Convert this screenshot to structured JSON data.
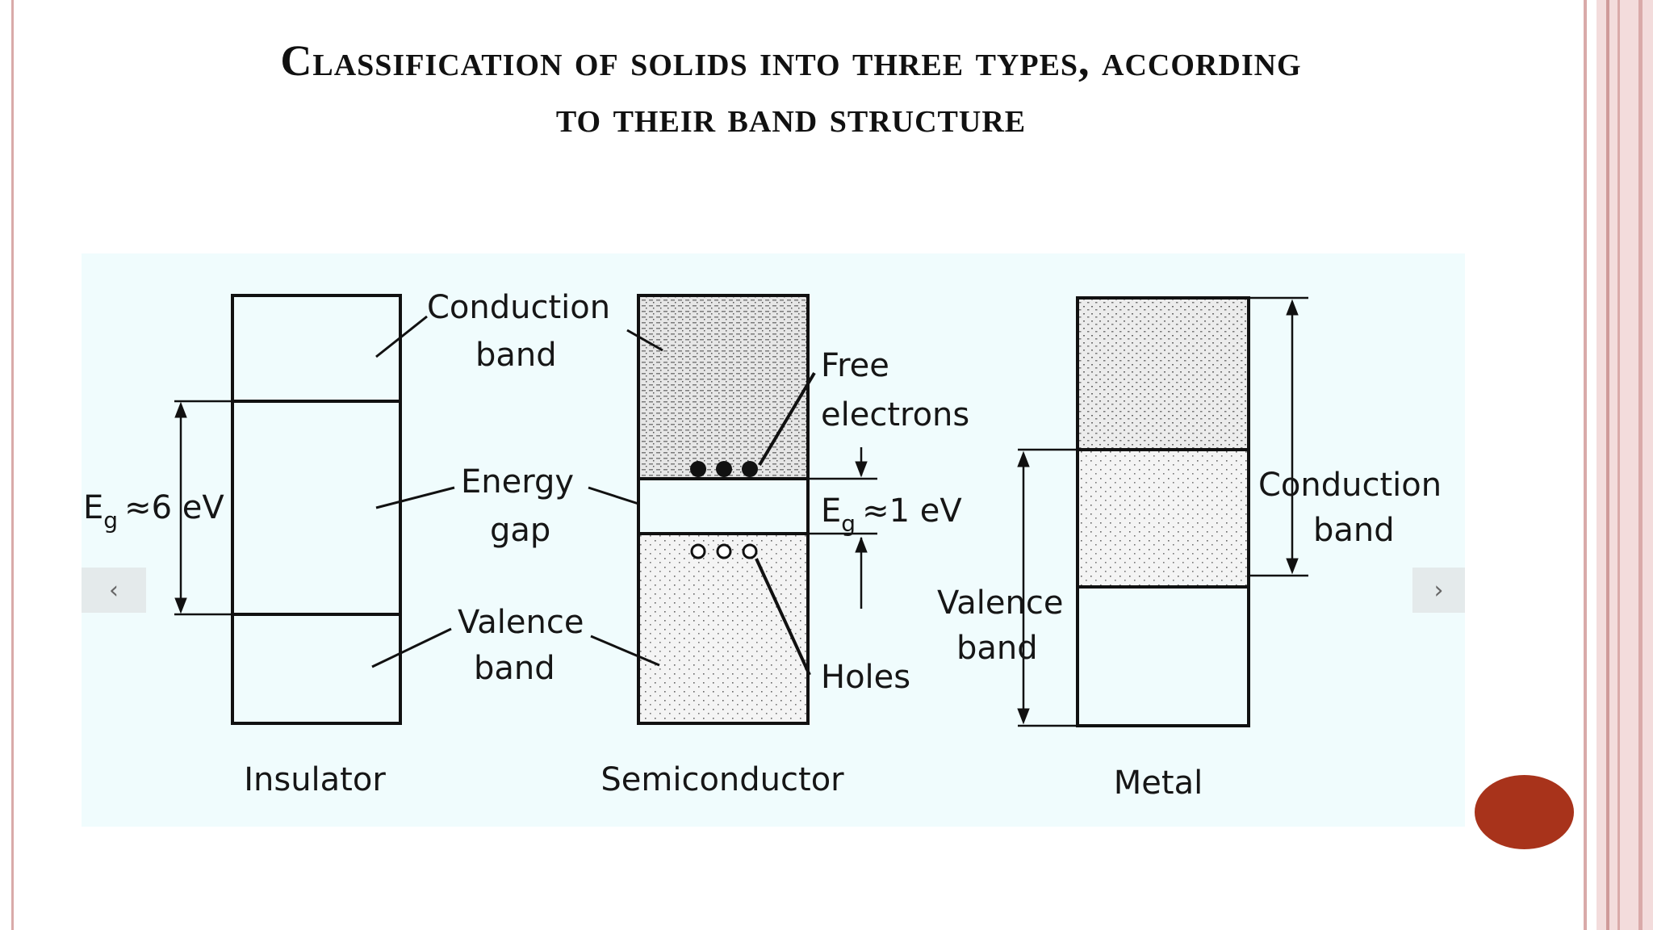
{
  "slide": {
    "title_line1": "Classification of solids into three types, according",
    "title_line2": "to their band structure",
    "accent_color": "#a8331b",
    "frame_color": "#d9aaa9"
  },
  "carousel": {
    "prev_label": "‹",
    "next_label": "›"
  },
  "diagram": {
    "insulator": {
      "name": "Insulator",
      "conduction_label_1": "Conduction",
      "conduction_label_2": "band",
      "gap_label_1": "Energy",
      "gap_label_2": "gap",
      "valence_label_1": "Valence",
      "valence_label_2": "band",
      "eg_symbol": "E",
      "eg_subscript": "g",
      "eg_value": "≈6 eV"
    },
    "semiconductor": {
      "name": "Semiconductor",
      "free_label_1": "Free",
      "free_label_2": "electrons",
      "holes_label": "Holes",
      "eg_symbol": "E",
      "eg_subscript": "g",
      "eg_value": "≈1 eV"
    },
    "metal": {
      "name": "Metal",
      "conduction_label_1": "Conduction",
      "conduction_label_2": "band",
      "valence_label_1": "Valence",
      "valence_label_2": "band"
    }
  }
}
